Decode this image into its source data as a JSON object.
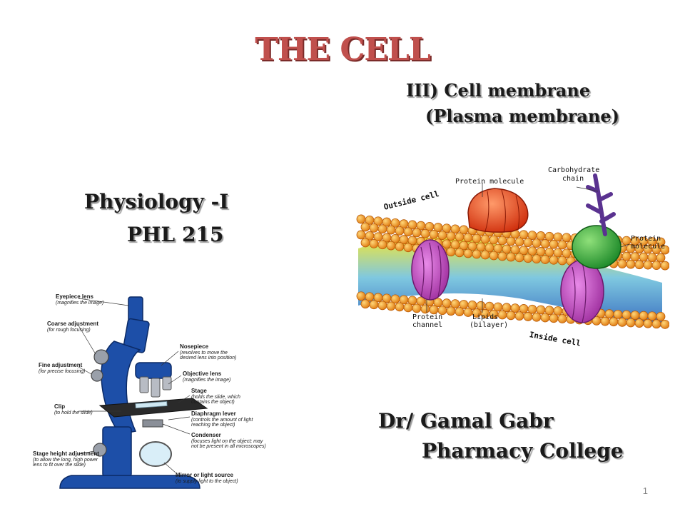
{
  "slide": {
    "title": "THE CELL",
    "subtitle_line1": "III) Cell membrane",
    "subtitle_line2": "(Plasma membrane)",
    "course_line1": "Physiology -I",
    "course_line2": "PHL 215",
    "author_line1": "Dr/ Gamal Gabr",
    "author_line2": "Pharmacy College",
    "page_number": "1"
  },
  "membrane_figure": {
    "carbohydrate": "Carbohydrate",
    "chain": "chain",
    "protein_top": "Protein molecule",
    "outside": "Outside cell",
    "protein_right_1": "Protein",
    "protein_right_2": "molecule",
    "channel_1": "Protein",
    "channel_2": "channel",
    "lipids_1": "Lipids",
    "lipids_2": "(bilayer)",
    "inside": "Inside cell"
  },
  "microscope_figure": {
    "eyepiece": "Eyepiece lens",
    "eyepiece_note": "(magnifies the image)",
    "coarse": "Coarse adjustment",
    "coarse_note": "(for rough focusing)",
    "fine": "Fine adjustment",
    "fine_note": "(for precise focusing)",
    "clip": "Clip",
    "clip_note": "(to hold the slide)",
    "stage_height": "Stage height adjustment",
    "stage_height_note": "(to allow the long, high power lens to fit over the slide)",
    "nosepiece": "Nosepiece",
    "nosepiece_note": "(revolves to move the desired lens into position)",
    "objective": "Objective lens",
    "objective_note": "(magnifies the image)",
    "stage": "Stage",
    "stage_note": "(holds the slide, which contains the object)",
    "diaphragm": "Diaphragm lever",
    "diaphragm_note": "(controls the amount of light reaching the object)",
    "condenser": "Condenser",
    "condenser_note": "(focuses light on the object; may not be present in all microscopes)",
    "mirror": "Mirror or light source",
    "mirror_note": "(to supply light to the object)"
  },
  "colors": {
    "title": "#c0504d",
    "text": "#1a1a1a",
    "lipid_head": "#f39a1f",
    "protein_red": "#e8451e",
    "protein_green": "#2faa3a",
    "protein_magenta": "#b43cb4",
    "carbohydrate": "#5a3290",
    "microscope_blue": "#1d4fa8"
  }
}
